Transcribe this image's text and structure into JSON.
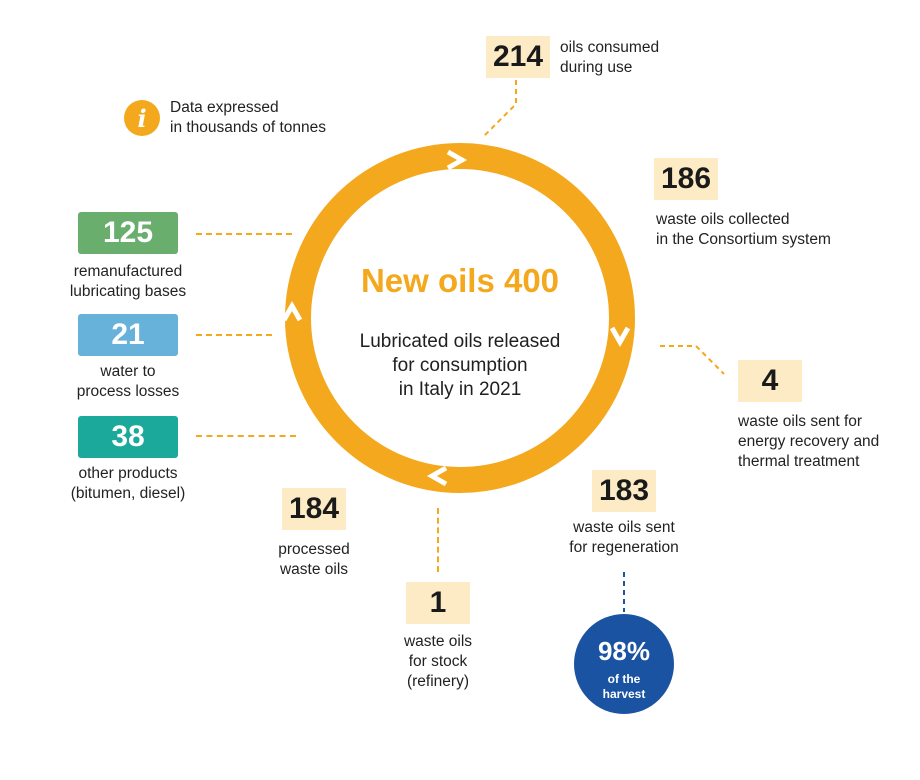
{
  "colors": {
    "ring": "#f4a81d",
    "light_badge": "#fdebc6",
    "green": "#6aae6e",
    "blue": "#66b2da",
    "teal": "#1aa99a",
    "navy": "#1b53a3"
  },
  "info": {
    "icon": "info-icon",
    "glyph": "i",
    "text_line1": "Data expressed",
    "text_line2": "in thousands of tonnes"
  },
  "center": {
    "title": "New oils 400",
    "line1": "Lubricated oils released",
    "line2": "for consumption",
    "line3": "in Italy in 2021"
  },
  "consumed": {
    "value": "214",
    "line1": "oils consumed",
    "line2": "during use"
  },
  "collected": {
    "value": "186",
    "line1": "waste oils collected",
    "line2": "in the Consortium system"
  },
  "energy": {
    "value": "4",
    "line1": "waste oils sent for",
    "line2": "energy recovery and",
    "line3": "thermal treatment"
  },
  "regeneration": {
    "value": "183",
    "line1": "waste oils sent",
    "line2": "for regeneration"
  },
  "harvest": {
    "value": "98%",
    "line1": "of the",
    "line2": "harvest"
  },
  "stock": {
    "value": "1",
    "line1": "waste oils",
    "line2": "for stock",
    "line3": "(refinery)"
  },
  "processed": {
    "value": "184",
    "line1": "processed",
    "line2": "waste oils"
  },
  "bases": {
    "value": "125",
    "line1": "remanufactured",
    "line2": "lubricating bases"
  },
  "water": {
    "value": "21",
    "line1": "water to",
    "line2": "process losses"
  },
  "other": {
    "value": "38",
    "line1": "other products",
    "line2": "(bitumen, diesel)"
  }
}
